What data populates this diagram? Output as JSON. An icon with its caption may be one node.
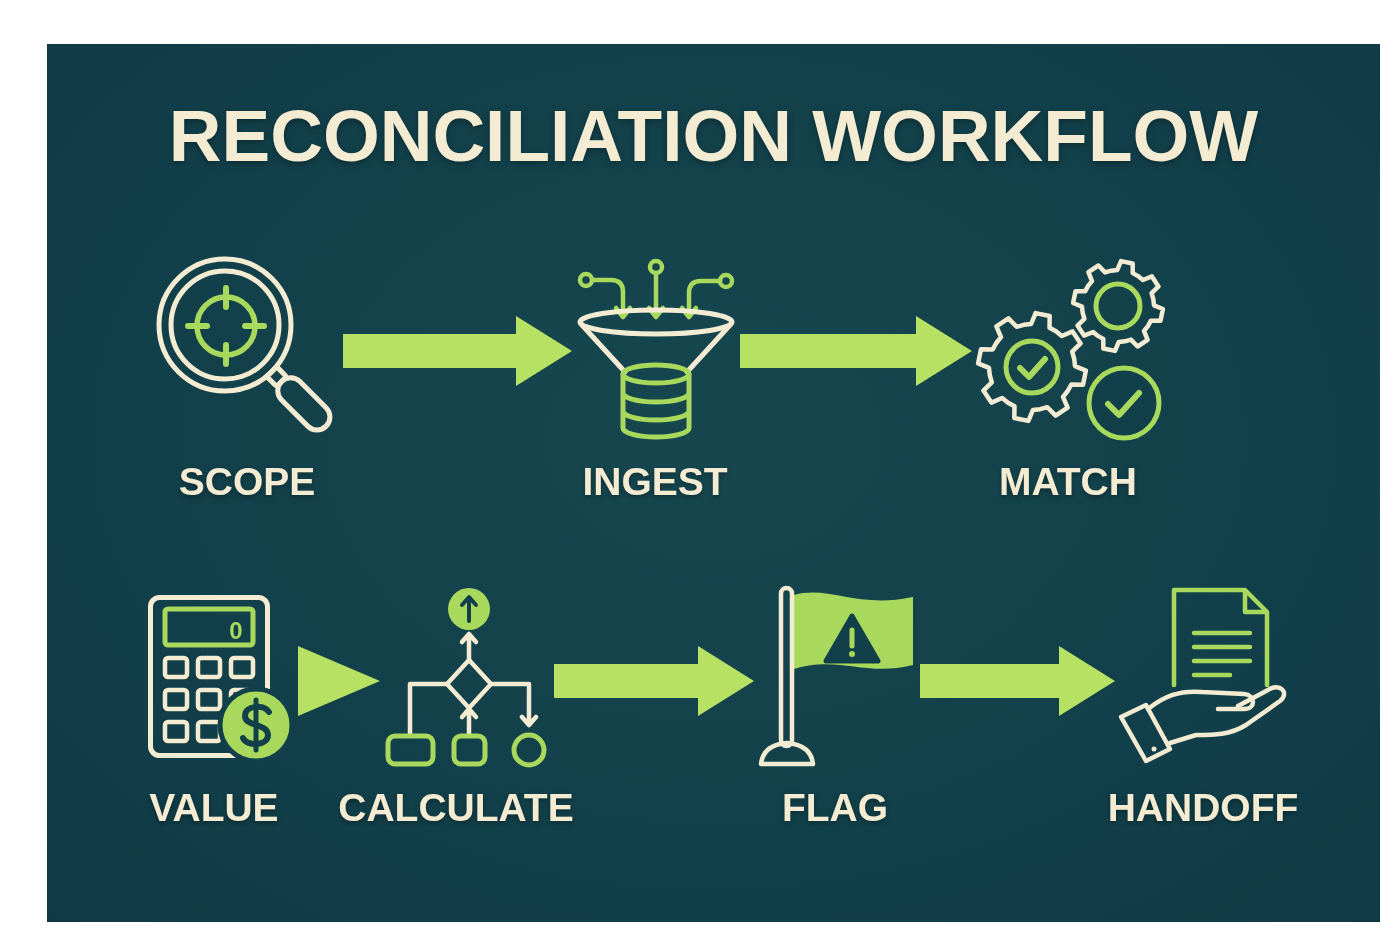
{
  "diagram": {
    "title": "RECONCILIATION WORKFLOW",
    "nodes": [
      {
        "text": [
          "SCOPE"
        ]
      },
      {
        "text": [
          "INGEST"
        ]
      },
      {
        "text": [
          "MATCH"
        ]
      },
      {
        "text": [
          "VALUE"
        ]
      },
      {
        "text": [
          "CALCULATE"
        ]
      },
      {
        "text": [
          "FLAG"
        ]
      },
      {
        "text": [
          "HANDOFF"
        ]
      }
    ],
    "edges": [
      {
        "from": 0,
        "to": 1,
        "arrow": "to"
      },
      {
        "from": 1,
        "to": 2,
        "arrow": "to"
      },
      {
        "from": 3,
        "to": 4,
        "arrow": "to"
      },
      {
        "from": 4,
        "to": 5,
        "arrow": "to"
      },
      {
        "from": 5,
        "to": 6,
        "arrow": "to"
      }
    ],
    "labels": [
      "0"
    ]
  }
}
